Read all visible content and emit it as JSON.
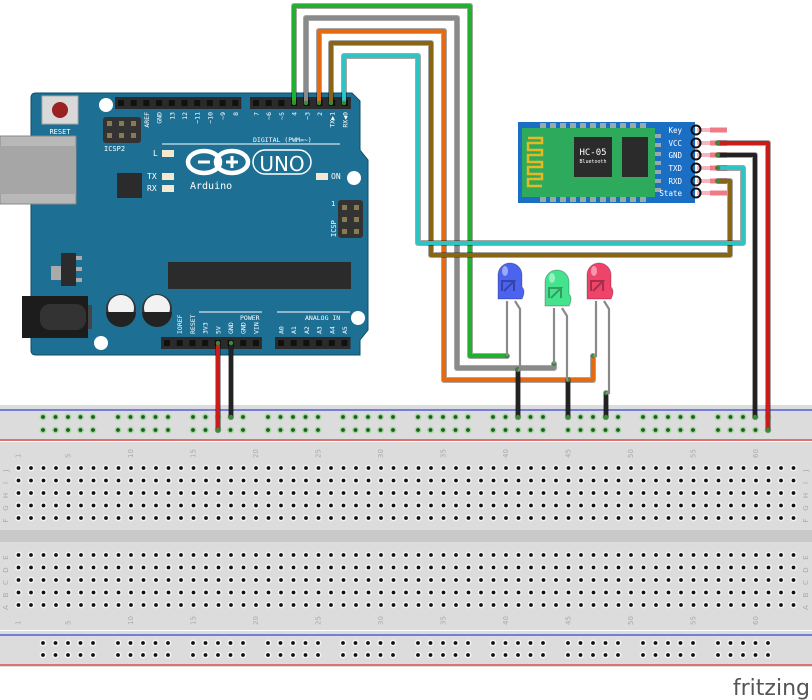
{
  "arduino": {
    "brand": "Arduino",
    "model": "UNO",
    "reset_label": "RESET",
    "icsp2_label": "ICSP2",
    "icsp_label": "ICSP",
    "icsp_pin1": "1",
    "led_l": "L",
    "led_tx": "TX",
    "led_rx": "RX",
    "led_on": "ON",
    "digital_label": "DIGITAL (PWM=~)",
    "power_label": "POWER",
    "analog_label": "ANALOG IN",
    "digital_pins_left": [
      "",
      "",
      "AREF",
      "GND",
      "13",
      "12",
      "~11",
      "~10",
      "~9",
      "8"
    ],
    "digital_pins_right": [
      "7",
      "~6",
      "~5",
      "4",
      "~3",
      "2",
      "TX▶1",
      "RX◀0"
    ],
    "power_pins": [
      "",
      "IOREF",
      "RESET",
      "3V3",
      "5V",
      "GND",
      "GND",
      "VIN"
    ],
    "analog_pins": [
      "A0",
      "A1",
      "A2",
      "A3",
      "A4",
      "A5"
    ],
    "board_color": "#1d6f93"
  },
  "hc05": {
    "title": "HC-05",
    "subtitle": "Bluetooth",
    "pins": [
      "Key",
      "VCC",
      "GND",
      "TXD",
      "RXD",
      "State"
    ],
    "board_color": "#1a6fc4",
    "pcb_color": "#2eaa5c"
  },
  "leds": [
    {
      "color_name": "blue",
      "color": "#4c63f0"
    },
    {
      "color_name": "green",
      "color": "#45e38e"
    },
    {
      "color_name": "red",
      "color": "#f0436a"
    }
  ],
  "breadboard": {
    "row_letters_top": [
      "J",
      "I",
      "H",
      "G",
      "F"
    ],
    "row_letters_bottom": [
      "E",
      "D",
      "C",
      "B",
      "A"
    ],
    "column_numbers": [
      "1",
      "5",
      "10",
      "15",
      "20",
      "25",
      "30",
      "35",
      "40",
      "45",
      "50",
      "55",
      "60"
    ],
    "columns": 63
  },
  "wire_colors": {
    "green": "#22b02f",
    "gray": "#8a8a8a",
    "orange": "#e56a10",
    "brown": "#8a6514",
    "cyan": "#2ec4c4",
    "red": "#cc1b1b",
    "black": "#222222"
  },
  "watermark": "fritzing"
}
